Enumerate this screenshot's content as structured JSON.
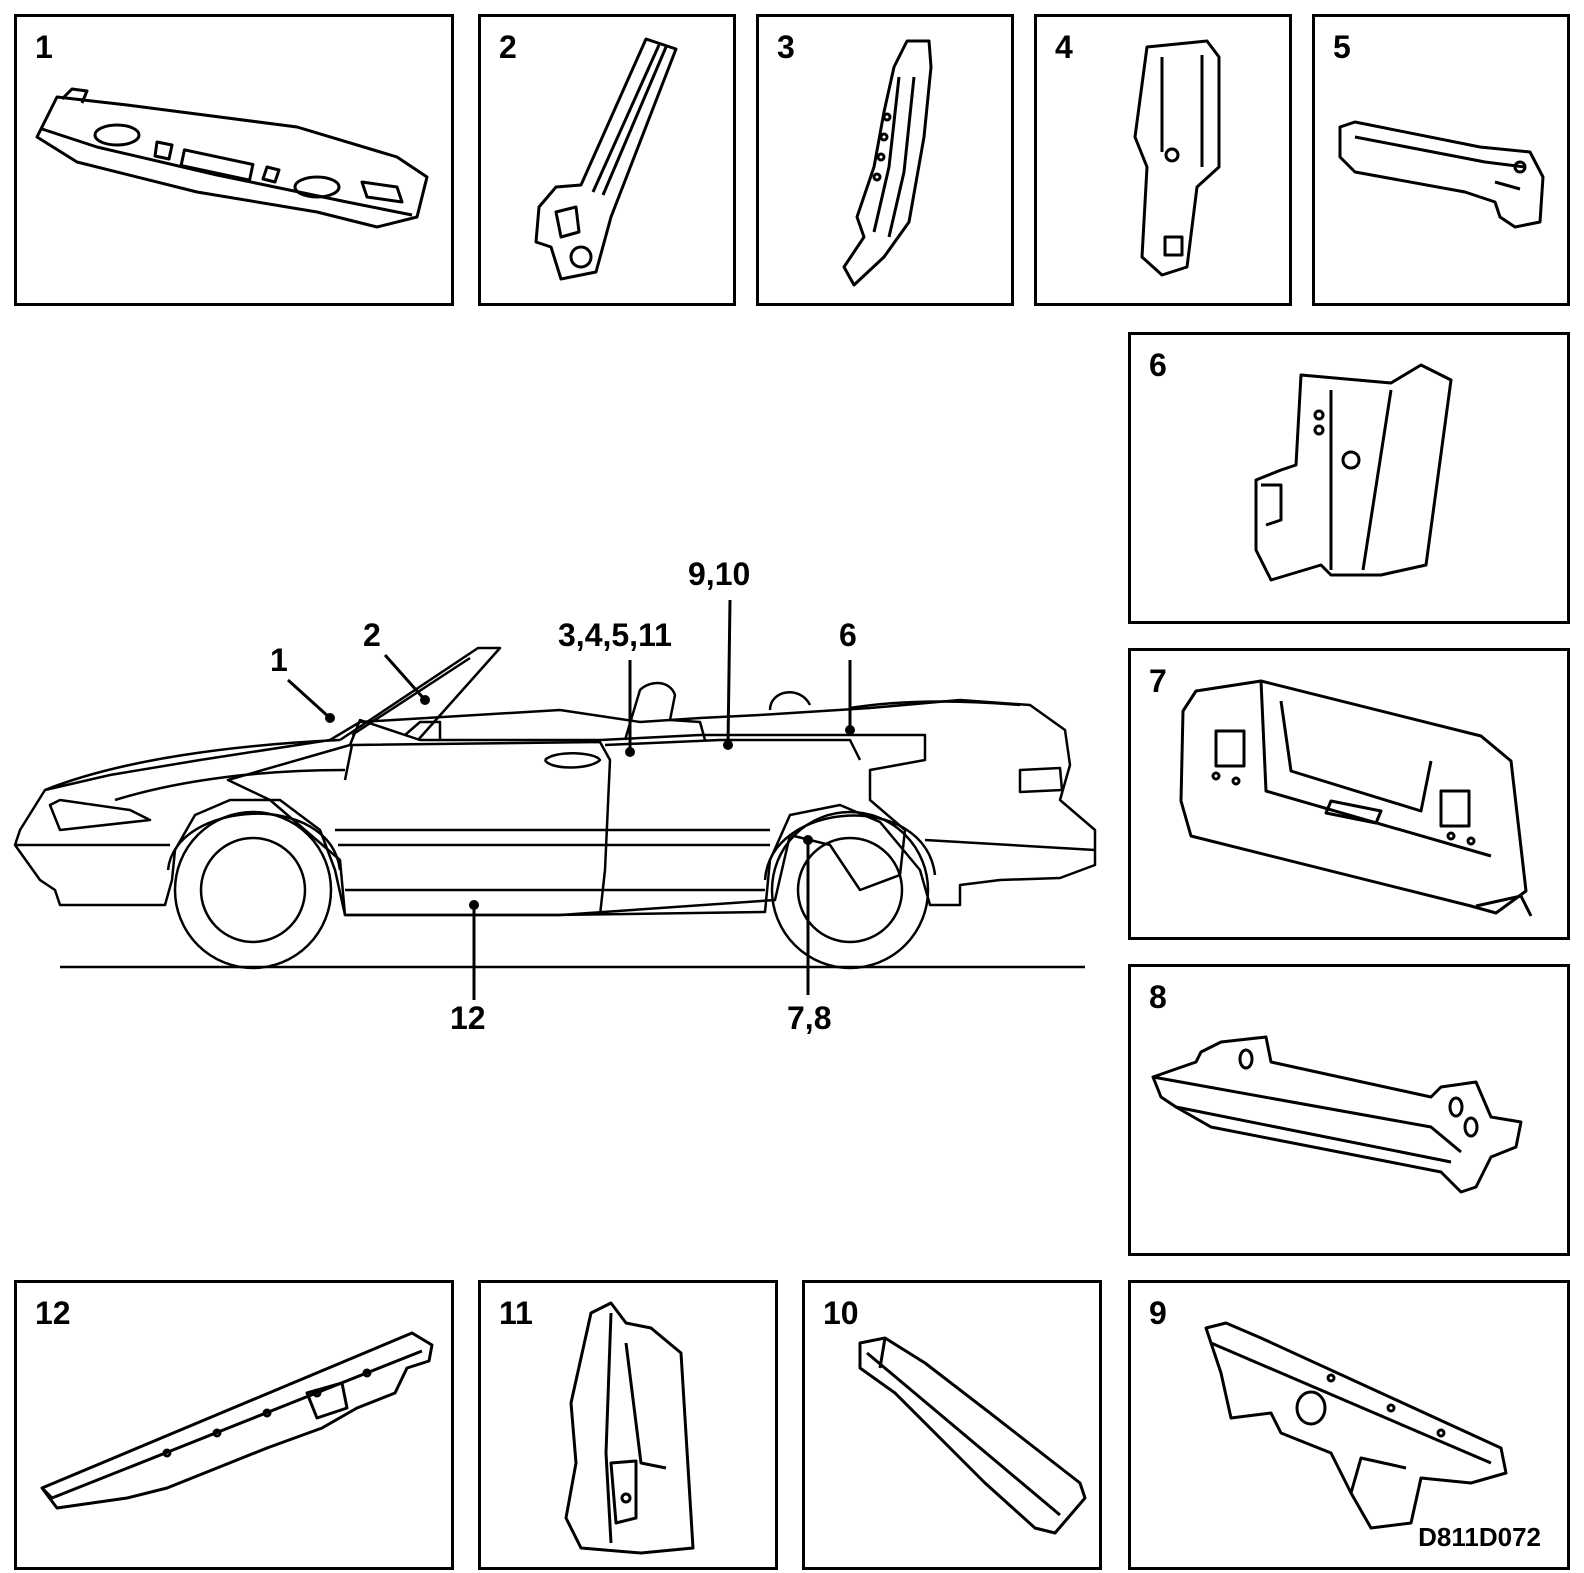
{
  "panels": [
    {
      "id": "1",
      "label": "1"
    },
    {
      "id": "2",
      "label": "2"
    },
    {
      "id": "3",
      "label": "3"
    },
    {
      "id": "4",
      "label": "4"
    },
    {
      "id": "5",
      "label": "5"
    },
    {
      "id": "6",
      "label": "6"
    },
    {
      "id": "7",
      "label": "7"
    },
    {
      "id": "8",
      "label": "8"
    },
    {
      "id": "9",
      "label": "9"
    },
    {
      "id": "10",
      "label": "10"
    },
    {
      "id": "11",
      "label": "11"
    },
    {
      "id": "12",
      "label": "12"
    }
  ],
  "callouts": {
    "c1": "1",
    "c2": "2",
    "c3": "3,4,5,11",
    "c9": "9,10",
    "c6": "6",
    "c12": "12",
    "c7": "7,8"
  },
  "figure_code": "D811D072"
}
